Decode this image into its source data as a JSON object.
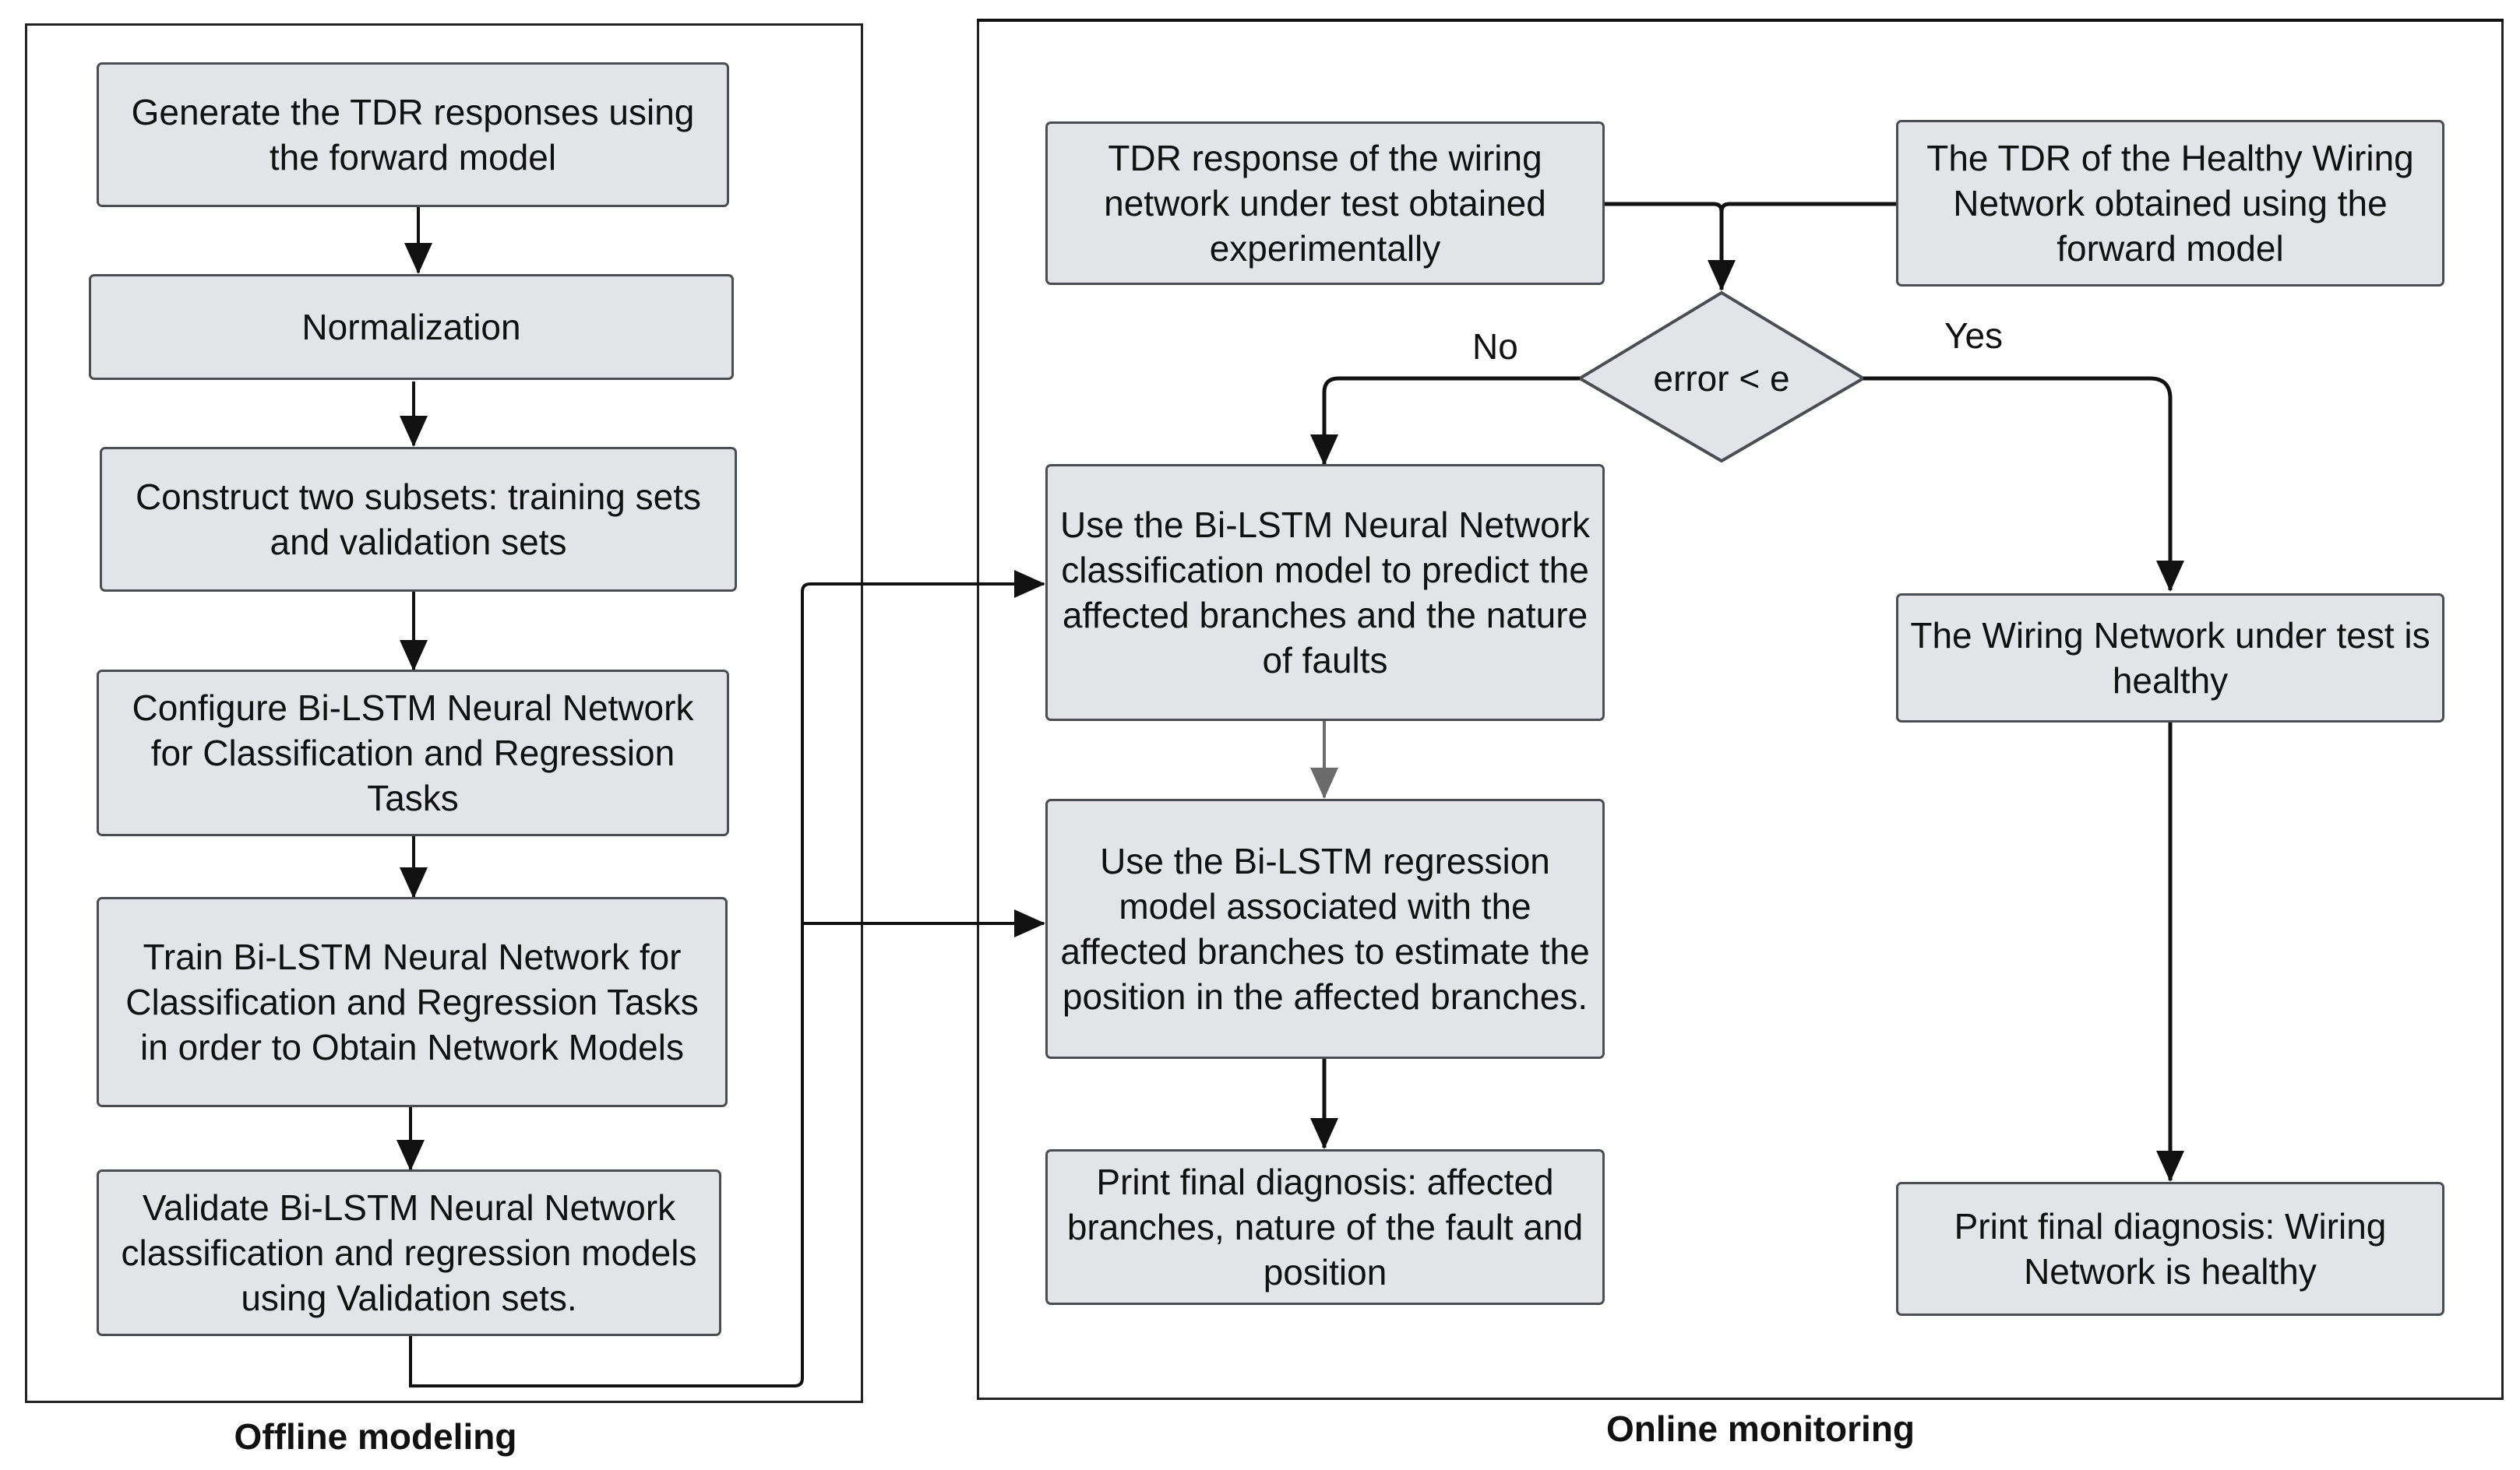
{
  "offline": {
    "title": "Offline modeling",
    "steps": [
      "Generate the TDR responses using the forward model",
      "Normalization",
      "Construct two subsets: training sets and validation sets",
      "Configure Bi-LSTM Neural Network for Classification and Regression Tasks",
      "Train Bi-LSTM Neural Network for Classification and Regression Tasks in order to Obtain Network Models",
      "Validate Bi-LSTM Neural Network classification and regression models using Validation sets."
    ]
  },
  "online": {
    "title": "Online monitoring",
    "tdr_measured": "TDR response of the wiring network under test obtained experimentally",
    "tdr_healthy": "The TDR of the Healthy Wiring Network obtained using the forward model",
    "decision": "error < e",
    "no_label": "No",
    "yes_label": "Yes",
    "classification": "Use the Bi-LSTM Neural Network classification model to predict the affected branches and the nature of faults",
    "regression": "Use the Bi-LSTM regression model associated with the affected branches to estimate the position in the affected branches.",
    "final_fault": "Print final diagnosis: affected branches, nature of the fault and position",
    "healthy_network": "The Wiring Network under test is healthy",
    "final_healthy": "Print final diagnosis: Wiring Network is healthy"
  },
  "colors": {
    "box_fill": "#e3e4e7",
    "box_border": "#4a4d52",
    "line": "#111111",
    "line_light": "#6b6b6b"
  }
}
